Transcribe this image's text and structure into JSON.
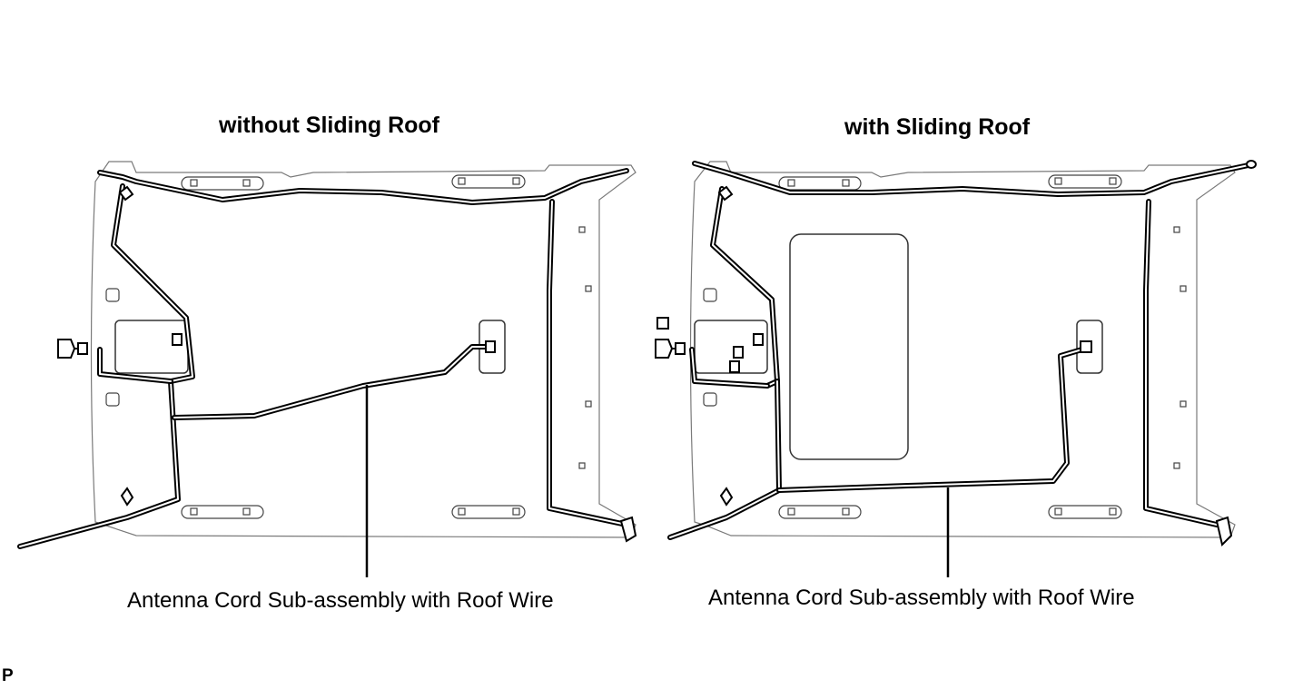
{
  "panels": [
    {
      "id": "without",
      "title": "without Sliding Roof",
      "callout": "Antenna Cord Sub-assembly with Roof Wire"
    },
    {
      "id": "with",
      "title": "with Sliding Roof",
      "callout": "Antenna Cord Sub-assembly with Roof Wire"
    }
  ],
  "corner_mark": "P"
}
